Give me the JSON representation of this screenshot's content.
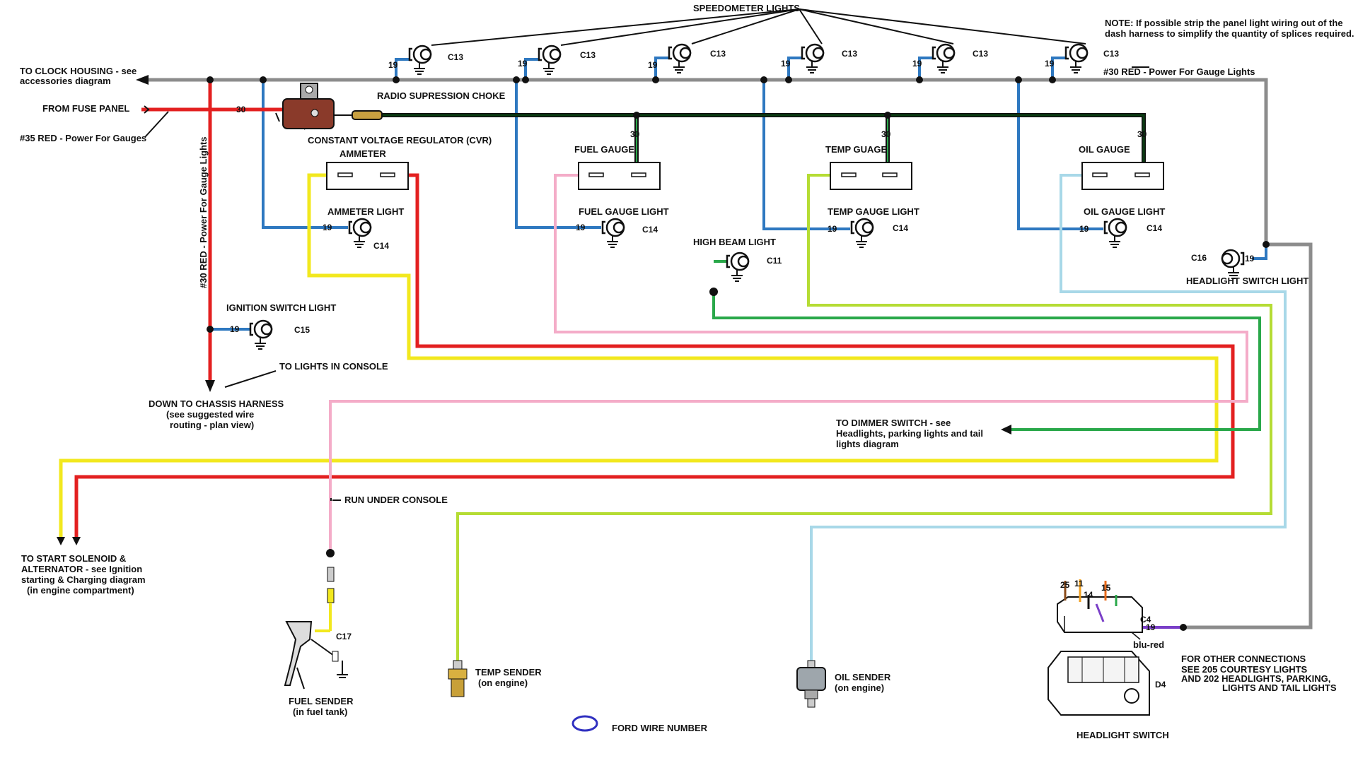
{
  "colors": {
    "gray": "#8c8c8c",
    "red": "#e32020",
    "black": "#111111",
    "dark_green": "#0b3d12",
    "blue": "#2e78c0",
    "yellow": "#f2e81e",
    "pink": "#f4acc8",
    "lime": "#b5dc34",
    "green": "#2aa84a",
    "light_blue": "#a8d8e8",
    "purple": "#7a3fc8",
    "orange": "#e86a1a",
    "brown": "#8a4a18",
    "ford_ring": "#3030c0"
  },
  "labels": {
    "speedometer_lights": "SPEEDOMETER LIGHTS",
    "note_line1": "NOTE: If possible strip the panel light wiring out of the",
    "note_line2": "dash harness to simplify the quantity of splices required.",
    "red30_gauge_lights": "#30 RED - Power For Gauge Lights",
    "clock_line1": "TO CLOCK HOUSING - see",
    "clock_line2": "accessories diagram",
    "from_fuse_panel": "FROM FUSE PANEL",
    "red35": "#35 RED - Power For Gauges",
    "radio_choke": "RADIO SUPRESSION CHOKE",
    "cvr": "CONSTANT VOLTAGE REGULATOR (CVR)",
    "ammeter": "AMMETER",
    "ammeter_light": "AMMETER LIGHT",
    "fuel_gauge": "FUEL GAUGE",
    "fuel_gauge_light": "FUEL GAUGE LIGHT",
    "temp_gauge": "TEMP GUAGE",
    "temp_gauge_light": "TEMP GAUGE LIGHT",
    "oil_gauge": "OIL GAUGE",
    "oil_gauge_light": "OIL GAUGE LIGHT",
    "high_beam_light": "HIGH BEAM LIGHT",
    "headlight_switch_light": "HEADLIGHT SWITCH LIGHT",
    "vertical_red30": "#30 RED - Power For Gauge Lights",
    "ignition_switch_light": "IGNITION SWITCH LIGHT",
    "to_lights_console": "TO LIGHTS IN CONSOLE",
    "down_line1": "DOWN TO CHASSIS HARNESS",
    "down_line2": "(see suggested wire",
    "down_line3": "routing - plan view)",
    "dimmer_line1": "TO DIMMER SWITCH - see",
    "dimmer_line2": "Headlights, parking lights and tail",
    "dimmer_line3": "lights diagram",
    "run_under_console": "RUN UNDER CONSOLE",
    "start_line1": "TO START SOLENOID &",
    "start_line2": "ALTERNATOR - see Ignition",
    "start_line3": "starting & Charging diagram",
    "start_line4": "(in engine compartment)",
    "fuel_sender": "FUEL SENDER",
    "fuel_sender_sub": "(in fuel tank)",
    "temp_sender": "TEMP SENDER",
    "temp_sender_sub": "(on engine)",
    "oil_sender": "OIL SENDER",
    "oil_sender_sub": "(on engine)",
    "ford_wire_number": "FORD WIRE NUMBER",
    "headlight_switch": "HEADLIGHT SWITCH",
    "blu_red": "blu-red",
    "other_line1": "FOR OTHER CONNECTIONS",
    "other_line2": "SEE 205 COURTESY LIGHTS",
    "other_line3": "AND 202 HEADLIGHTS, PARKING,",
    "other_line4": "LIGHTS AND TAIL LIGHTS"
  },
  "connectors": {
    "c13": "C13",
    "c14": "C14",
    "c11": "C11",
    "c15": "C15",
    "c16": "C16",
    "c17": "C17",
    "c4": "C4",
    "d4": "D4"
  },
  "wire_numbers": {
    "w19": "19",
    "w30": "30",
    "w25": "25",
    "w11": "11",
    "w14": "14",
    "w15": "15"
  }
}
